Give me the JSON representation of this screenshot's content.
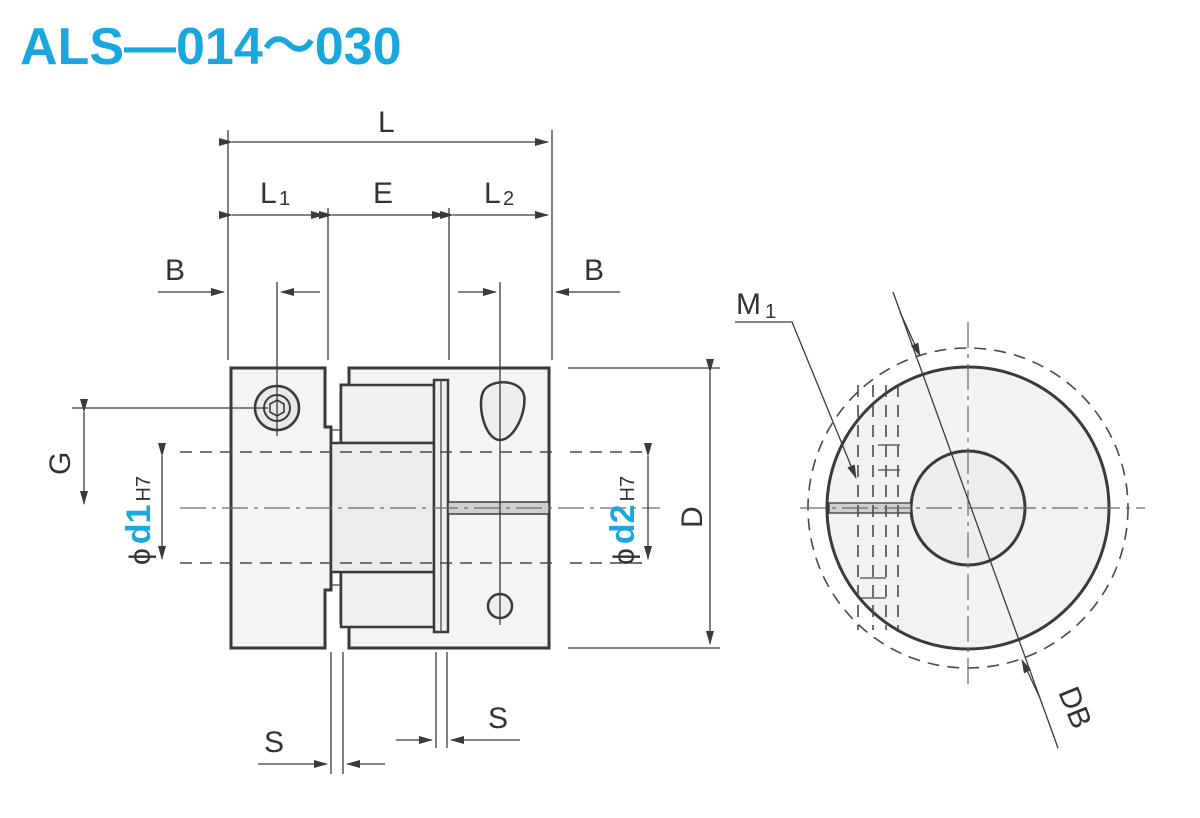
{
  "title": "ALS—014～030",
  "labels": {
    "L": "L",
    "L1_main": "L",
    "L1_sub": "1",
    "E": "E",
    "L2_main": "L",
    "L2_sub": "2",
    "B_left": "B",
    "B_right": "B",
    "G": "G",
    "D": "D",
    "phi1": "ϕ",
    "d1": "d1",
    "d1_tol": "H7",
    "phi2": "ϕ",
    "d2": "d2",
    "d2_tol": "H7",
    "S_left": "S",
    "S_right": "S",
    "M1_main": "M",
    "M1_sub": "1",
    "DB": "DB"
  },
  "colors": {
    "accent": "#1aa6df",
    "line": "#3a3a3a"
  }
}
